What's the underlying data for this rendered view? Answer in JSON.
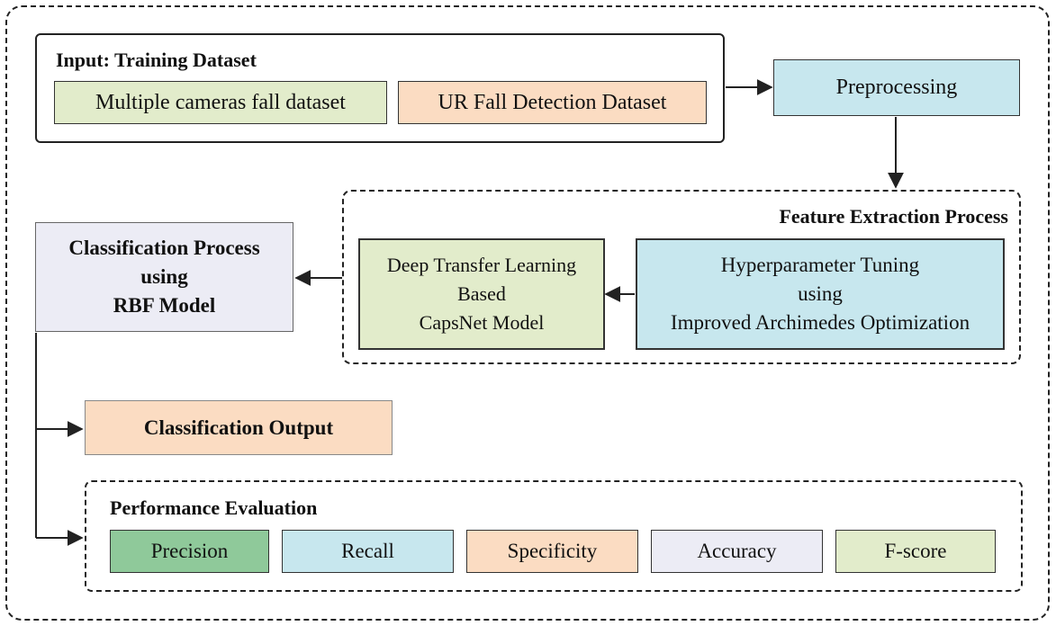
{
  "colors": {
    "green_light": "#e2eccb",
    "orange_light": "#fbdcc2",
    "blue_light": "#c7e7ee",
    "lavender": "#ececf5",
    "green_mid": "#8fc99a",
    "line": "#222222"
  },
  "input": {
    "title": "Input: Training Dataset",
    "dataset_1": "Multiple cameras fall dataset",
    "dataset_2": "UR Fall Detection Dataset"
  },
  "preprocessing": {
    "label": "Preprocessing"
  },
  "feature_extraction": {
    "title": "Feature Extraction Process",
    "capsnet": {
      "line1": "Deep Transfer Learning",
      "line2": "Based",
      "line3": "CapsNet Model"
    },
    "hyperparameter": {
      "line1": "Hyperparameter Tuning",
      "line2": "using",
      "line3": "Improved Archimedes Optimization"
    }
  },
  "classification": {
    "line1": "Classification Process",
    "line2": "using",
    "line3": "RBF Model"
  },
  "output": {
    "label": "Classification Output"
  },
  "performance": {
    "title": "Performance Evaluation",
    "metrics": [
      "Precision",
      "Recall",
      "Specificity",
      "Accuracy",
      "F-score"
    ]
  }
}
